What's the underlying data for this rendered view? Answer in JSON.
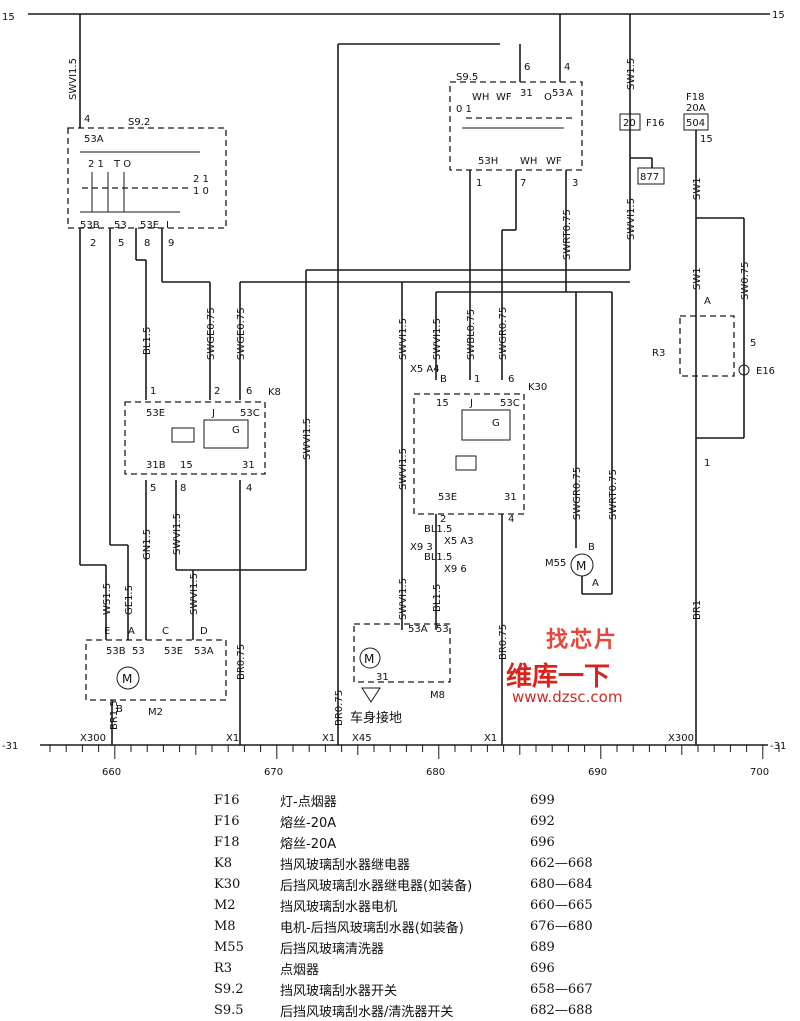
{
  "rails": {
    "top_left": "15",
    "top_right": "15",
    "bottom_left": "-31",
    "bottom_right": "-31"
  },
  "scale": {
    "ticks": [
      "660",
      "670",
      "680",
      "690",
      "700"
    ]
  },
  "ground_points": [
    "X300",
    "X1",
    "X1",
    "X45",
    "X1",
    "X300"
  ],
  "ground_label": "车身接地",
  "components": {
    "s92": "S9.2",
    "s95": "S9.5",
    "k8": "K8",
    "k30": "K30",
    "m2": "M2",
    "m8": "M8",
    "m55": "M55",
    "r3": "R3",
    "e16": "E16",
    "f16": "F16",
    "f18": "F18",
    "f18_rating": "20A",
    "f18_box": "504",
    "f16_box": "20",
    "relay_877": "877"
  },
  "terminals": {
    "t53a": "53A",
    "t53b": "53B",
    "t53": "53",
    "t53e": "53E",
    "t53c": "53C",
    "t53h": "53H",
    "t31": "31",
    "t31b": "31B",
    "t15": "15",
    "tJ": "J",
    "tG": "G",
    "tI": "I",
    "tWH": "WH",
    "tWF": "WF",
    "tO": "O",
    "tTO": "T O",
    "t21": "2 1",
    "t01": "0 1",
    "t10": "1 0",
    "tE": "E",
    "tA": "A",
    "tB": "B",
    "tC": "C",
    "tD": "D"
  },
  "pins": [
    "4",
    "2",
    "5",
    "8",
    "9",
    "6",
    "4",
    "1",
    "7",
    "3",
    "2",
    "1",
    "6",
    "5",
    "8",
    "4",
    "2",
    "1",
    "6",
    "1",
    "5",
    "3",
    "1",
    "5",
    "4",
    "6",
    "2",
    "1",
    "15",
    "3"
  ],
  "connectors": [
    "X5 A4",
    "X5 A3",
    "X9 3",
    "X9 6"
  ],
  "wires": [
    "SWVI1.5",
    "BL1.5",
    "SWGE0.75",
    "SWGE0.75",
    "SWVI1.5",
    "GN1.5",
    "SWVI1.5",
    "WS1.5",
    "GE1.5",
    "SWVI1.5",
    "BR0.75",
    "BR1.5",
    "SWVI1.5",
    "SWVI1.5",
    "SWBL0.75",
    "SWGR0.75",
    "SWRT0.75",
    "SWVI1.5",
    "BL1.5",
    "BL1.5",
    "SWVI1.5",
    "BL1.5",
    "BR0.75",
    "BR0.75",
    "SWGR0.75",
    "SWRT0.75",
    "SW1.5",
    "SWVI1.5",
    "SW1",
    "SW1",
    "SW0.75",
    "BR1"
  ],
  "legend": [
    {
      "code": "F16",
      "desc": "灯-点烟器",
      "ref": "699"
    },
    {
      "code": "F16",
      "desc": "熔丝-20A",
      "ref": "692"
    },
    {
      "code": "F18",
      "desc": "熔丝-20A",
      "ref": "696"
    },
    {
      "code": "K8",
      "desc": "挡风玻璃刮水器继电器",
      "ref": "662—668"
    },
    {
      "code": "K30",
      "desc": "后挡风玻璃刮水器继电器(如装备)",
      "ref": "680—684"
    },
    {
      "code": "M2",
      "desc": "挡风玻璃刮水器电机",
      "ref": "660—665"
    },
    {
      "code": "M8",
      "desc": "电机-后挡风玻璃刮水器(如装备)",
      "ref": "676—680"
    },
    {
      "code": "M55",
      "desc": "后挡风玻璃清洗器",
      "ref": "689"
    },
    {
      "code": "R3",
      "desc": "点烟器",
      "ref": "696"
    },
    {
      "code": "S9.2",
      "desc": "挡风玻璃刮水器开关",
      "ref": "658—667"
    },
    {
      "code": "S9.5",
      "desc": "后挡风玻璃刮水器/清洗器开关",
      "ref": "682—688"
    }
  ],
  "watermark": {
    "line1": "找芯片",
    "line2": "维库一下",
    "line3": "www.dzsc.com"
  },
  "colors": {
    "ink": "#1a1a1a",
    "watermark_red": "#d9231b"
  }
}
